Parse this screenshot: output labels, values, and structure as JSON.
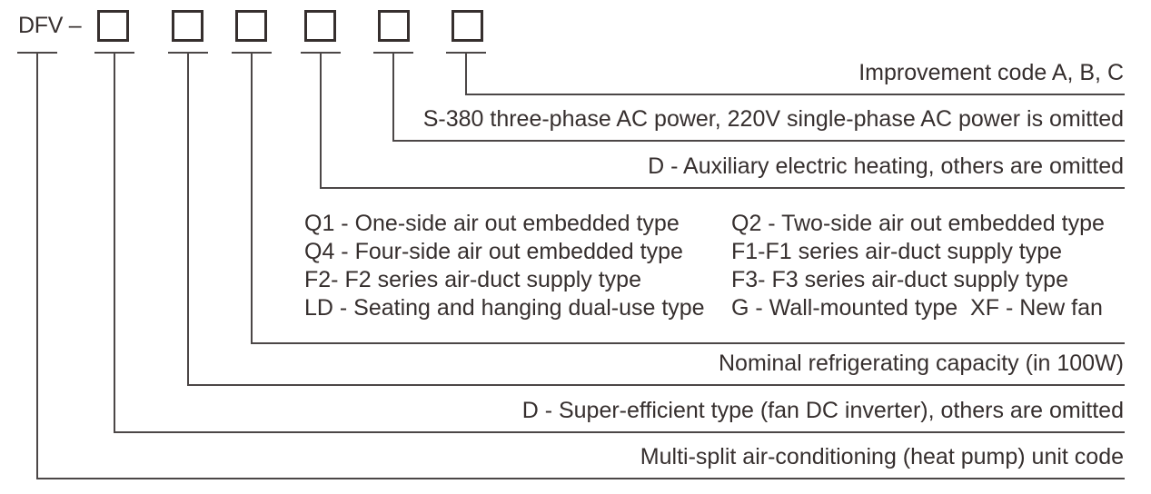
{
  "diagram": {
    "prefix": "DFV –",
    "colors": {
      "text": "#362f2e",
      "line": "#4c4747"
    },
    "rows": {
      "improvement": "Improvement code A, B, C",
      "power": "S-380 three-phase AC power, 220V single-phase AC power is omitted",
      "aux_heating": "D - Auxiliary electric heating, others are omitted",
      "capacity": "Nominal refrigerating capacity (in 100W)",
      "efficiency": "D - Super-efficient type (fan DC inverter), others are omitted",
      "unit_code": "Multi-split air-conditioning (heat pump) unit code"
    },
    "type_table": {
      "rows": [
        {
          "col1": "Q1 - One-side air out embedded type",
          "col2": "Q2 - Two-side air out embedded type"
        },
        {
          "col1": "Q4 - Four-side air out embedded type",
          "col2": "F1-F1 series air-duct supply type"
        },
        {
          "col1": "F2- F2 series air-duct supply type",
          "col2": "F3- F3 series air-duct supply type"
        },
        {
          "col1": "LD - Seating and hanging dual-use type",
          "col2": "G - Wall-mounted type  XF - New fan"
        }
      ]
    }
  }
}
